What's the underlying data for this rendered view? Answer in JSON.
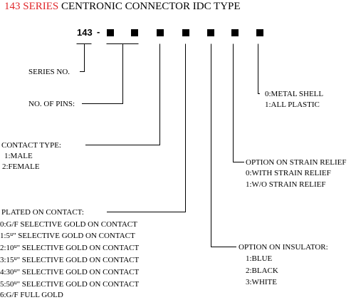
{
  "title": {
    "series": "143 SERIES",
    "rest": "CENTRONIC CONNECTOR IDC TYPE"
  },
  "code": {
    "prefix": "143",
    "dash": "-"
  },
  "shell": {
    "heading": "",
    "options": [
      "0:METAL SHELL",
      "1:ALL PLASTIC"
    ]
  },
  "series_no": {
    "heading": "SERIES NO."
  },
  "pins": {
    "heading": "NO. OF PINS:"
  },
  "contact": {
    "heading": "CONTACT TYPE:",
    "options": [
      "1:MALE",
      "2:FEMALE"
    ]
  },
  "strain": {
    "heading": "OPTION ON STRAIN RELIEF",
    "options": [
      "0:WITH STRAIN RELIEF",
      "1:W/O STRAIN RELIEF"
    ]
  },
  "plated": {
    "heading": "PLATED ON CONTACT:",
    "options": [
      {
        "pre": "0:G/F SELECTIVE GOLD ON CONTACT",
        "unit": "",
        "post": ""
      },
      {
        "pre": "1:5",
        "unit": "u",
        "post": "\" SELECTIVE GOLD ON CONTACT"
      },
      {
        "pre": "2:10",
        "unit": "u",
        "post": "\" SELECTIVE GOLD ON CONTACT"
      },
      {
        "pre": "3:15",
        "unit": "u",
        "post": "\" SELECTIVE GOLD ON CONTACT"
      },
      {
        "pre": "4:30",
        "unit": "u",
        "post": "\" SELECTIVE GOLD ON CONTACT"
      },
      {
        "pre": "5:50",
        "unit": "u",
        "post": "\" SELECTIVE GOLD ON CONTACT"
      },
      {
        "pre": "6:G/F FULL GOLD",
        "unit": "",
        "post": ""
      }
    ]
  },
  "insulator": {
    "heading": "OPTION ON INSULATOR:",
    "options": [
      "1:BLUE",
      "2:BLACK",
      "3:WHITE"
    ]
  }
}
